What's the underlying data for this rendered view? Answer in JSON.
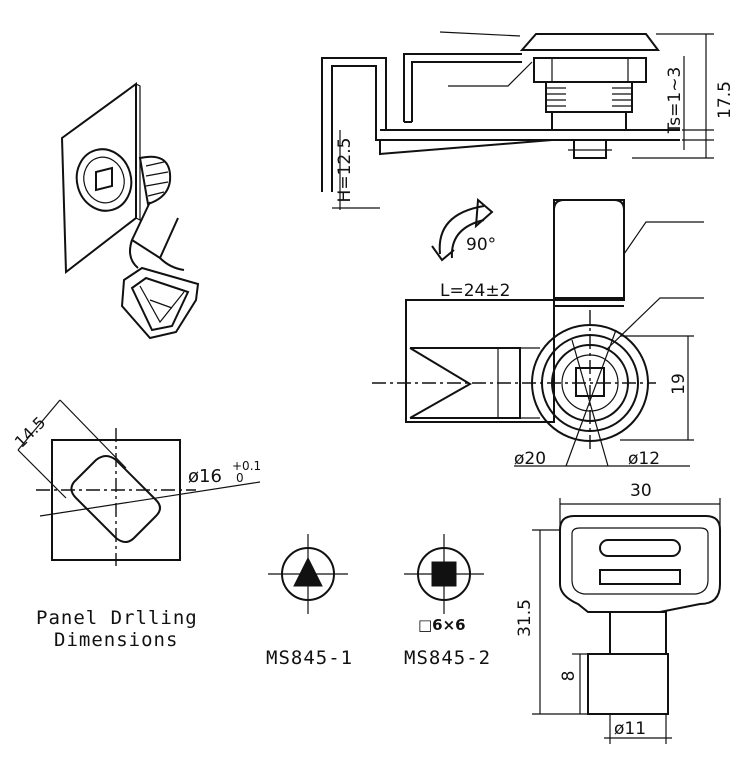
{
  "dimensions": {
    "h": "H=12.5",
    "ts": "Ts=1~3",
    "side_height": "17.5",
    "rotation": "90°",
    "length": "L=24±2",
    "height_19": "19",
    "dia_20": "ø20",
    "dia_12": "ø12",
    "panel_145": "14.5",
    "panel_dia": "ø16",
    "panel_tol_plus": "+0.1",
    "panel_tol_zero": "0",
    "key_width": "30",
    "key_height": "31.5",
    "key_shaft": "8",
    "key_dia": "ø11",
    "square_size": "□6×6"
  },
  "captions": {
    "panel_line1": "Panel Drlling",
    "panel_line2": "Dimensions",
    "model_1": "MS845-1",
    "model_2": "MS845-2"
  }
}
